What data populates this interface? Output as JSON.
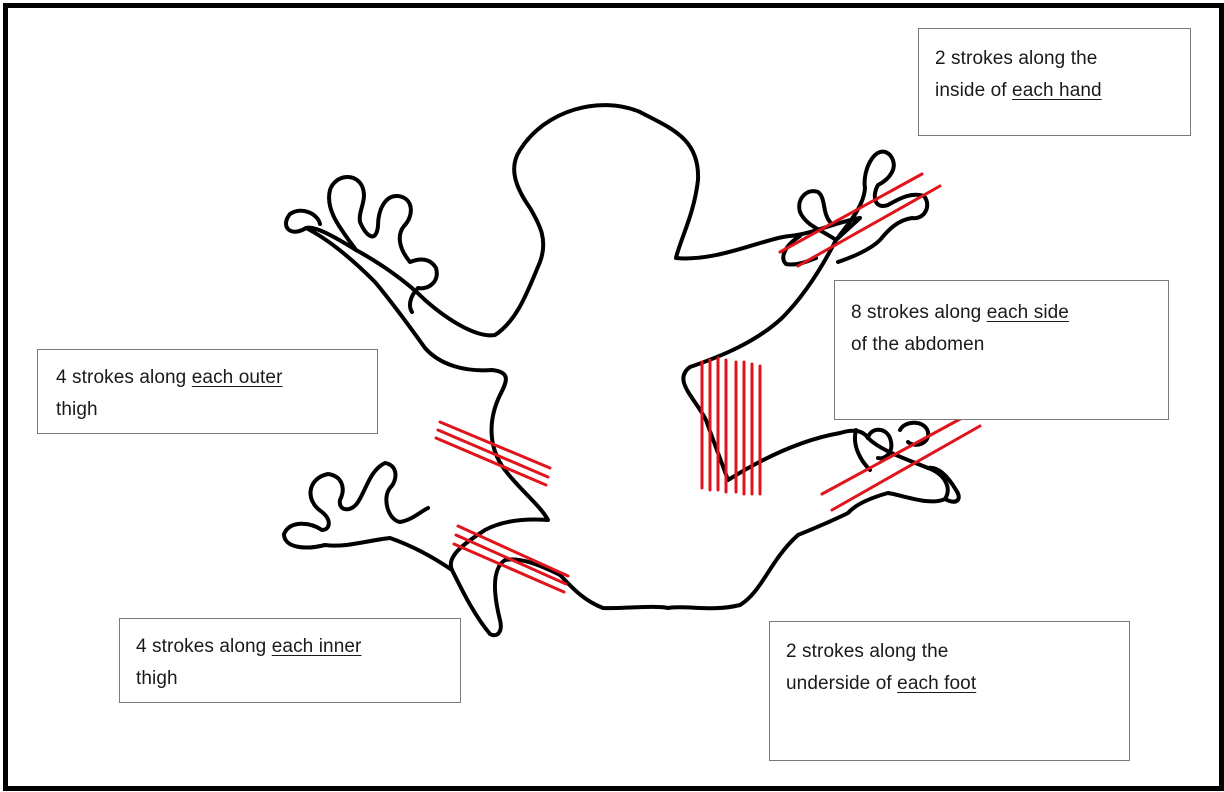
{
  "diagram": {
    "subject": "frog",
    "stroke_color": "#e0141c",
    "outline_color": "#000000"
  },
  "labels": {
    "hand": {
      "line1": "2 strokes along the",
      "line2_prefix": "inside of ",
      "line2_emph": "each hand"
    },
    "abdomen": {
      "line1_prefix": "8 strokes along ",
      "line1_emph": "each side",
      "line2": "of the abdomen"
    },
    "outer_thigh": {
      "line1_prefix": "4 strokes along ",
      "line1_emph": "each outer",
      "line2": "thigh"
    },
    "inner_thigh": {
      "line1_prefix": "4 strokes along ",
      "line1_emph": "each inner",
      "line2": "thigh"
    },
    "foot": {
      "line1": "2 strokes along the",
      "line2_prefix": "underside of ",
      "line2_emph": "each foot"
    }
  }
}
